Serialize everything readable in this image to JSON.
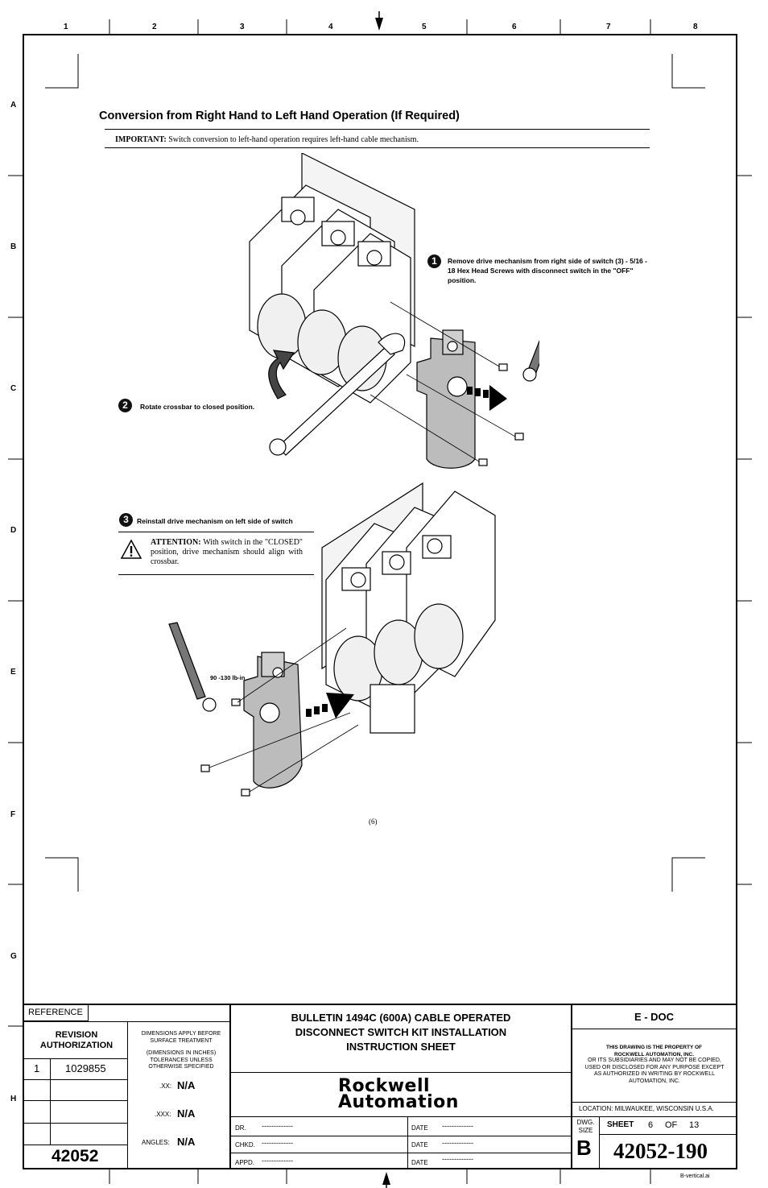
{
  "zones": {
    "columns": [
      "1",
      "2",
      "3",
      "4",
      "5",
      "6",
      "7",
      "8"
    ],
    "rows": [
      "A",
      "B",
      "C",
      "D",
      "E",
      "F",
      "G",
      "H"
    ]
  },
  "heading": "Conversion from Right Hand to Left Hand Operation (If Required)",
  "important": {
    "label": "IMPORTANT:",
    "text": " Switch conversion to left-hand operation requires left-hand cable mechanism."
  },
  "steps": [
    {
      "num": "1",
      "text": "Remove drive mechanism from right side of switch (3) - 5/16 - 18 Hex Head Screws with disconnect switch in the \"OFF\" position."
    },
    {
      "num": "2",
      "text": "Rotate crossbar to closed position."
    },
    {
      "num": "3",
      "text": "Reinstall drive mechanism on left side of switch"
    }
  ],
  "attention": {
    "label": "ATTENTION:",
    "text": " With switch in the \"CLOSED\" position, drive mechanism should align with crossbar."
  },
  "torque": "90 -130 lb-in",
  "page_number": "(6)",
  "title_block": {
    "reference_label": "REFERENCE",
    "revision_label": "REVISION AUTHORIZATION",
    "revision_num": "1",
    "revision_auth": "1029855",
    "part_base": "42052",
    "dims_note_1": "DIMENSIONS APPLY BEFORE SURFACE TREATMENT",
    "dims_note_2": "(DIMENSIONS IN INCHES) TOLERANCES UNLESS OTHERWISE SPECIFIED",
    "tol_xx_label": ".XX:",
    "tol_xx_value": "N/A",
    "tol_xxx_label": ".XXX:",
    "tol_xxx_value": "N/A",
    "angles_label": "ANGLES:",
    "angles_value": "N/A",
    "title_line_1": "BULLETIN 1494C (600A) CABLE OPERATED",
    "title_line_2": "DISCONNECT SWITCH KIT INSTALLATION",
    "title_line_3": "INSTRUCTION SHEET",
    "logo_line_1": "Rockwell",
    "logo_line_2": "Automation",
    "dr_label": "DR.",
    "chkd_label": "CHKD.",
    "appd_label": "APPD.",
    "date_label": "DATE",
    "blank": "-------------",
    "edoc": "E - DOC",
    "property_line_1": "THIS DRAWING IS THE PROPERTY OF ROCKWELL AUTOMATION, INC.",
    "property_line_2": "OR ITS SUBSIDIARIES AND MAY NOT BE COPIED, USED OR DISCLOSED FOR ANY PURPOSE EXCEPT AS AUTHORIZED IN WRITING BY ROCKWELL AUTOMATION, INC.",
    "location": "LOCATION:  MILWAUKEE,  WISCONSIN  U.S.A.",
    "dwg_size_label": "DWG. SIZE",
    "dwg_size": "B",
    "sheet_label": "SHEET",
    "sheet_num": "6",
    "of_label": "OF",
    "sheet_total": "13",
    "dwg_number": "42052-190"
  },
  "file_name": "B-vertical.ai"
}
